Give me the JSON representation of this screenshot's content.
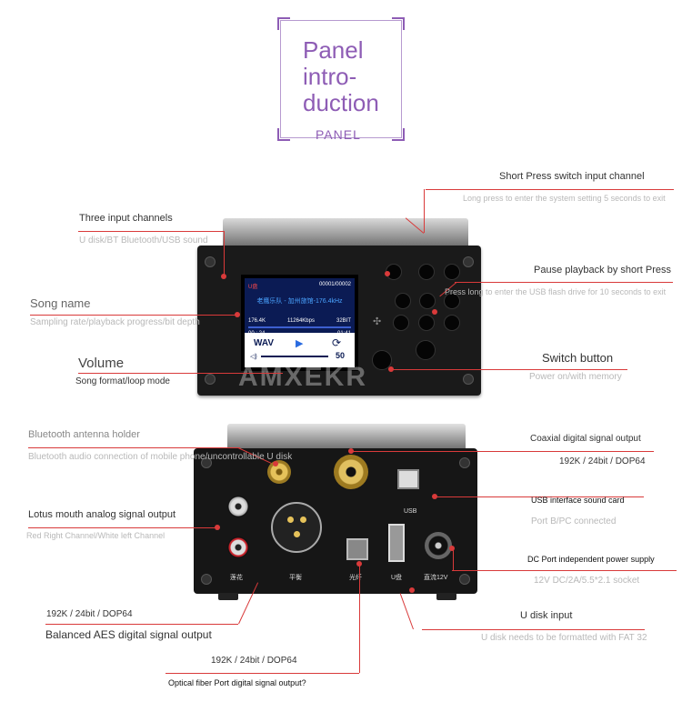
{
  "header": {
    "title_lines": "Panel\nintro-\nduction",
    "subtitle": "PANEL"
  },
  "front": {
    "screen": {
      "source_tag": "U盘",
      "track_counter": "00001/00002",
      "song_title": "老鹰乐队 - 加州旅馆-176.4kHz",
      "sample_rate": "176.4K",
      "bitrate": "11264Kbps",
      "bit_depth": "32BIT",
      "elapsed": "00 : 24",
      "total": "01:41",
      "format": "WAV",
      "volume": "50"
    },
    "brand": "AMXEKR"
  },
  "rear": {
    "labels": {
      "rca": "莲花",
      "xlr": "平衡",
      "optical": "光纤",
      "usb_a": "U盘",
      "dc": "直流12V",
      "usb_b": "USB"
    }
  },
  "callouts": {
    "short_press_switch": {
      "title": "Short Press switch input channel",
      "sub": "Long press to enter the system setting 5 seconds to exit"
    },
    "three_inputs": {
      "title": "Three input channels",
      "sub": "U disk/BT Bluetooth/USB sound"
    },
    "pause": {
      "title": "Pause playback by short Press",
      "sub": "Press long to enter the USB flash drive for 10 seconds to exit"
    },
    "song_name": {
      "title": "Song name",
      "sub": "Sampling rate/playback progress/bit depth"
    },
    "volume": {
      "title": "Volume",
      "sub": "Song format/loop mode"
    },
    "switch_button": {
      "title": "Switch button",
      "sub": "Power on/with memory"
    },
    "bt_antenna": {
      "title": "Bluetooth antenna holder",
      "sub": "Bluetooth audio connection of mobile phone/uncontrollable U disk"
    },
    "coaxial": {
      "title": "Coaxial digital signal output",
      "sub": "192K / 24bit / DOP64"
    },
    "usb_card": {
      "title": "USB interface sound card",
      "sub": "Port B/PC connected"
    },
    "lotus": {
      "title": "Lotus mouth analog signal output",
      "sub": "Red Right Channel/White left Channel"
    },
    "dc_port": {
      "title": "DC Port independent power supply",
      "sub": "12V DC/2A/5.5*2.1 socket"
    },
    "balanced": {
      "title": "Balanced AES digital signal output",
      "sub": "192K / 24bit / DOP64"
    },
    "udisk": {
      "title": "U disk input",
      "sub": "U disk needs to be formatted with FAT 32"
    },
    "optical": {
      "title": "Optical fiber Port digital signal output?",
      "sub": "192K / 24bit / DOP64"
    }
  }
}
